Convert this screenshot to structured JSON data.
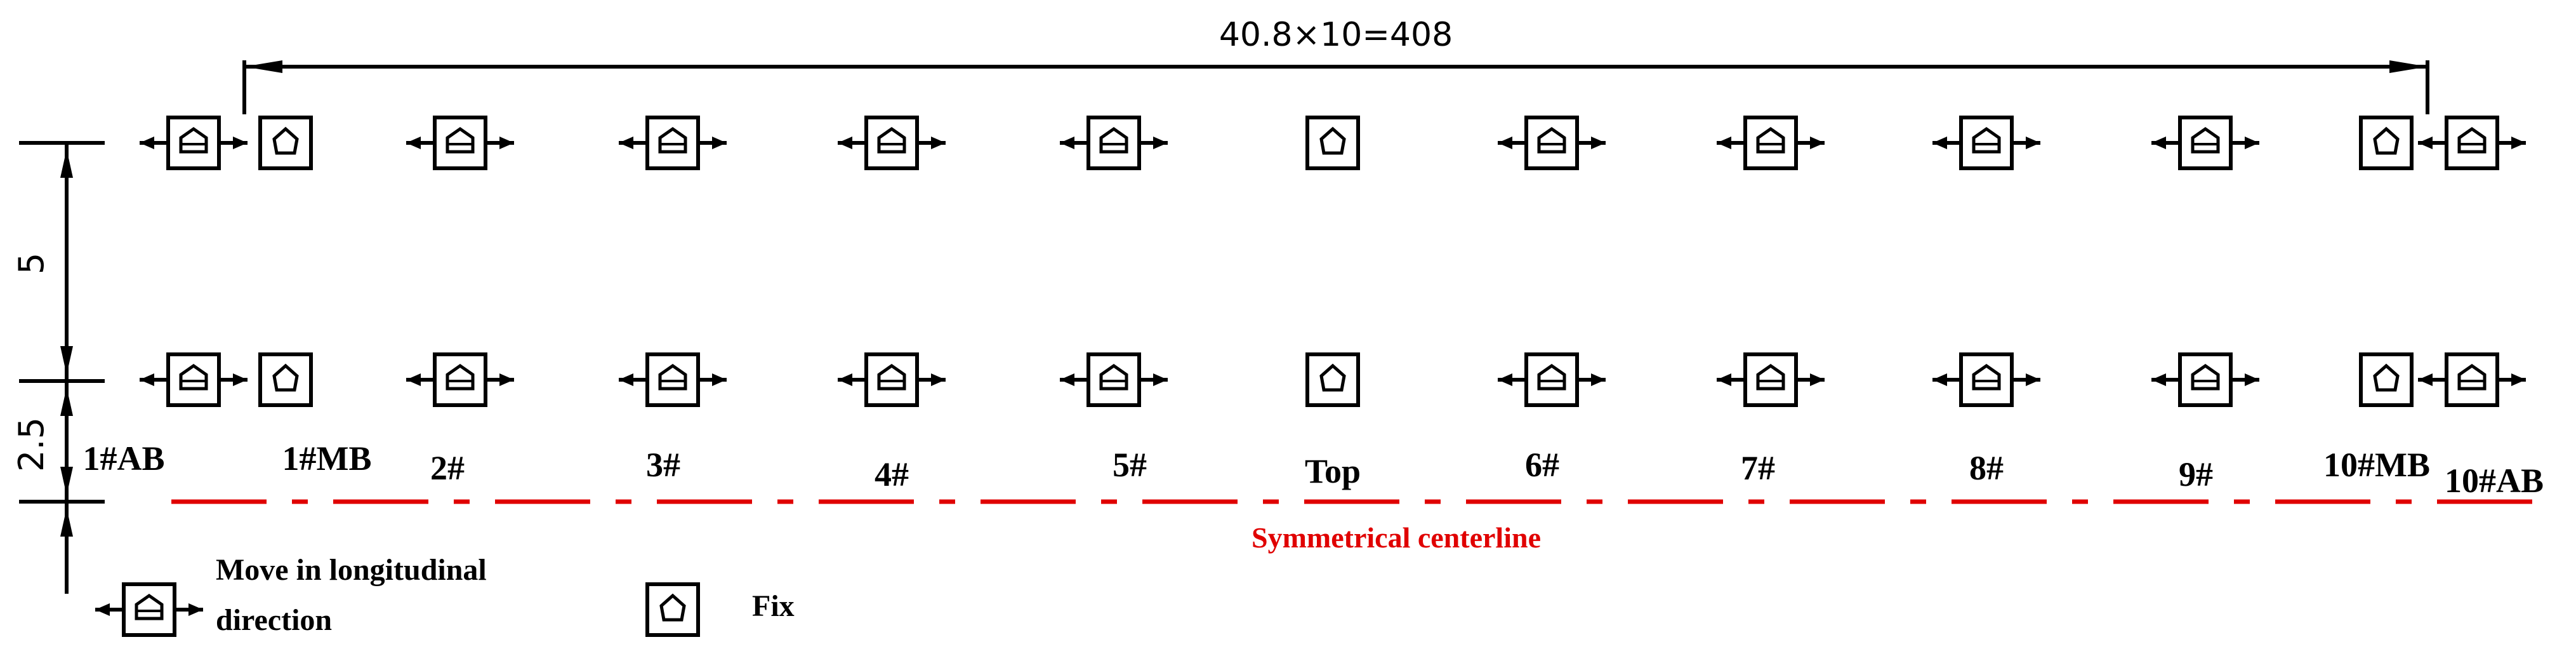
{
  "dimension_top": "40.8×10=408",
  "dimension_left_upper": "5",
  "dimension_left_lower": "2.5",
  "centerline_label": "Symmetrical centerline",
  "bearings": [
    {
      "label": "1#AB",
      "type": "move"
    },
    {
      "label": "1#MB",
      "type": "fix"
    },
    {
      "label": "2#",
      "type": "move"
    },
    {
      "label": "3#",
      "type": "move"
    },
    {
      "label": "4#",
      "type": "move"
    },
    {
      "label": "5#",
      "type": "move"
    },
    {
      "label": "Top",
      "type": "fix"
    },
    {
      "label": "6#",
      "type": "move"
    },
    {
      "label": "7#",
      "type": "move"
    },
    {
      "label": "8#",
      "type": "move"
    },
    {
      "label": "9#",
      "type": "move"
    },
    {
      "label": "10#MB",
      "type": "fix"
    },
    {
      "label": "10#AB",
      "type": "move"
    }
  ],
  "legend": {
    "move_label_line1": "Move in longitudinal",
    "move_label_line2": "direction",
    "fix_label": "Fix"
  },
  "colors": {
    "line": "#000000",
    "centerline": "#e00000"
  }
}
